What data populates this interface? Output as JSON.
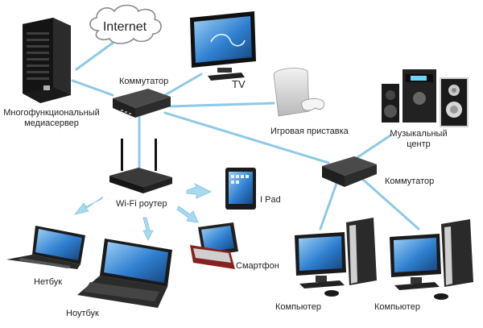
{
  "cloud_label": "Internet",
  "labels": {
    "server": "Многофункциональный\nмедиасервер",
    "switch_top": "Коммутатор",
    "tv": "TV",
    "console": "Игровая приставка",
    "music": "Музыкальный\nцентр",
    "switch_right": "Коммутатор",
    "router": "Wi-Fi роутер",
    "ipad": "I Pad",
    "smartphone": "Смартфон",
    "netbook": "Нетбук",
    "laptop": "Ноутбук",
    "computer_1": "Компьютер",
    "computer_2": "Компьютер"
  },
  "colors": {
    "cable": "#8ec9e6",
    "wifi_arrow": "#9fd6ee",
    "device_dark": "#1e1e1e",
    "screen_blue": "#2f7fd0",
    "switch_body": "#2a2a2a"
  },
  "icons": [
    "cloud-icon",
    "server-icon",
    "switch-icon",
    "tv-icon",
    "game-console-icon",
    "music-center-icon",
    "router-icon",
    "tablet-icon",
    "smartphone-icon",
    "netbook-icon",
    "laptop-icon",
    "computer-icon"
  ]
}
